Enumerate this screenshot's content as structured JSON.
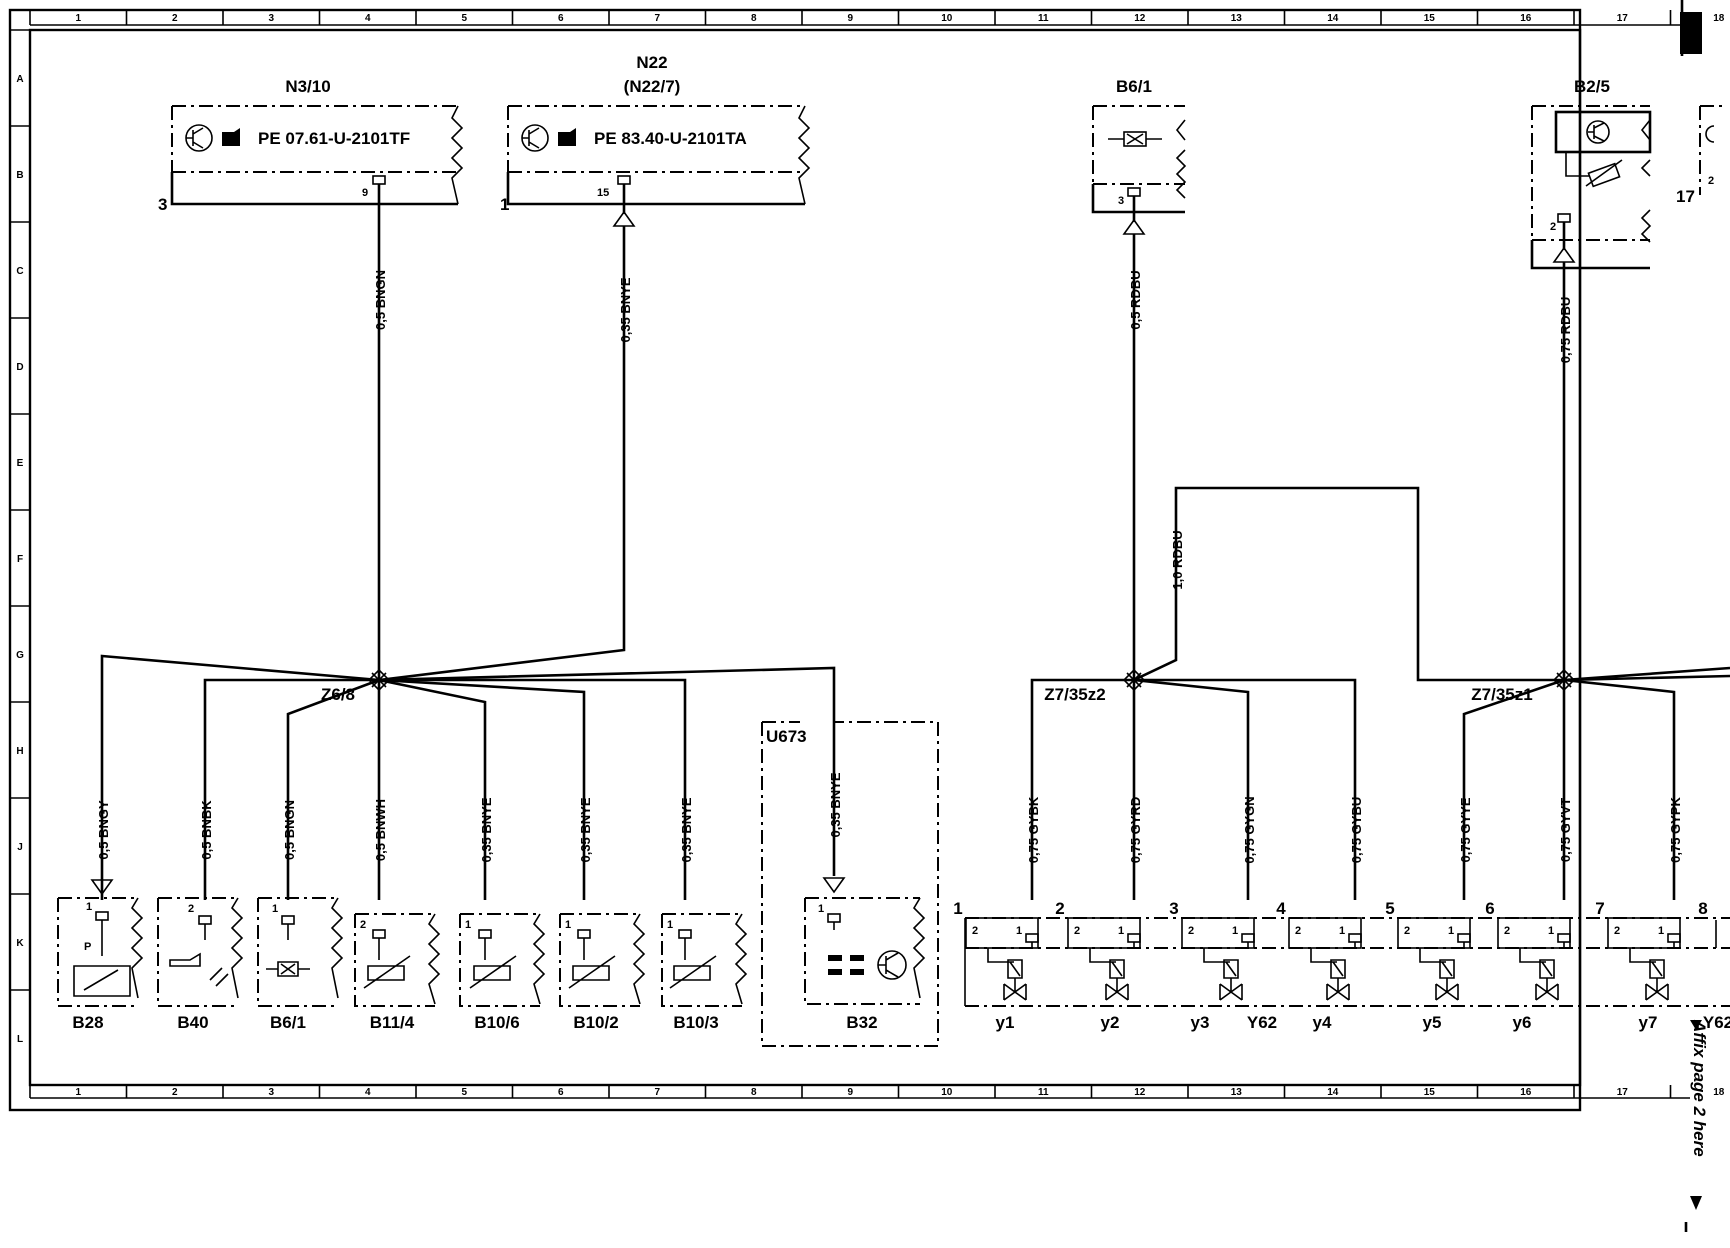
{
  "grid": {
    "columns": [
      "1",
      "2",
      "3",
      "4",
      "5",
      "6",
      "7",
      "8",
      "9",
      "10",
      "11",
      "12",
      "13",
      "14",
      "15",
      "16",
      "17",
      "18"
    ],
    "rows": [
      "A",
      "B",
      "C",
      "D",
      "E",
      "F",
      "G",
      "H",
      "J",
      "K",
      "L"
    ]
  },
  "top_components": [
    {
      "id": "N3/10",
      "ref": "PE 07.61-U-2101TF",
      "pin": "9",
      "side": "3",
      "wire": "0,5 BNGN"
    },
    {
      "id": "N22",
      "sub": "(N22/7)",
      "ref": "PE 83.40-U-2101TA",
      "pin": "15",
      "side": "1",
      "wire": "0,35 BNYE"
    },
    {
      "id": "B6/1",
      "pin": "3",
      "wire": "0,5 RDBU"
    },
    {
      "id": "B2/5",
      "pin": "2",
      "wire": "0,75 RDBU",
      "side": "17",
      "pin2": "2"
    }
  ],
  "splices": [
    "Z6/8",
    "Z7/35z2",
    "Z7/35z1"
  ],
  "mid_wire": "1,0 RDBU",
  "module": "U673",
  "bottom_sensors": [
    {
      "id": "B28",
      "wire": "0,5 BNGY",
      "pin": "1"
    },
    {
      "id": "B40",
      "wire": "0,5 BNBK",
      "pin": "2"
    },
    {
      "id": "B6/1",
      "wire": "0,5 BNGN",
      "pin": "1"
    },
    {
      "id": "B11/4",
      "wire": "0,5 BNWH",
      "pin": "2"
    },
    {
      "id": "B10/6",
      "wire": "0,35 BNYE",
      "pin": "1"
    },
    {
      "id": "B10/2",
      "wire": "0,35 BNYE",
      "pin": "1"
    },
    {
      "id": "B10/3",
      "wire": "0,35 BNYE",
      "pin": "1"
    },
    {
      "id": "B32",
      "wire": "0,35 BNYE",
      "pin": "1"
    }
  ],
  "valves": [
    {
      "num": "1",
      "label": "y1",
      "wire": "0,75 GYBK"
    },
    {
      "num": "2",
      "label": "y2",
      "wire": "0,75 GYRD"
    },
    {
      "num": "3",
      "label": "y3",
      "wire": "0,75 GYGN"
    },
    {
      "num": "4",
      "label": "y4",
      "wire": "0,75 GYBU"
    },
    {
      "num": "5",
      "label": "y5",
      "wire": "0,75 GYYE"
    },
    {
      "num": "6",
      "label": "y6",
      "wire": "0,75 GYVT"
    },
    {
      "num": "7",
      "label": "y7",
      "wire": "0,75 GYPK"
    }
  ],
  "valve_pins": [
    "2",
    "1"
  ],
  "valve_block": "Y62",
  "valve_block_partial": "Y62",
  "valve_8": "8",
  "affix_note": "Affix page 2 here"
}
